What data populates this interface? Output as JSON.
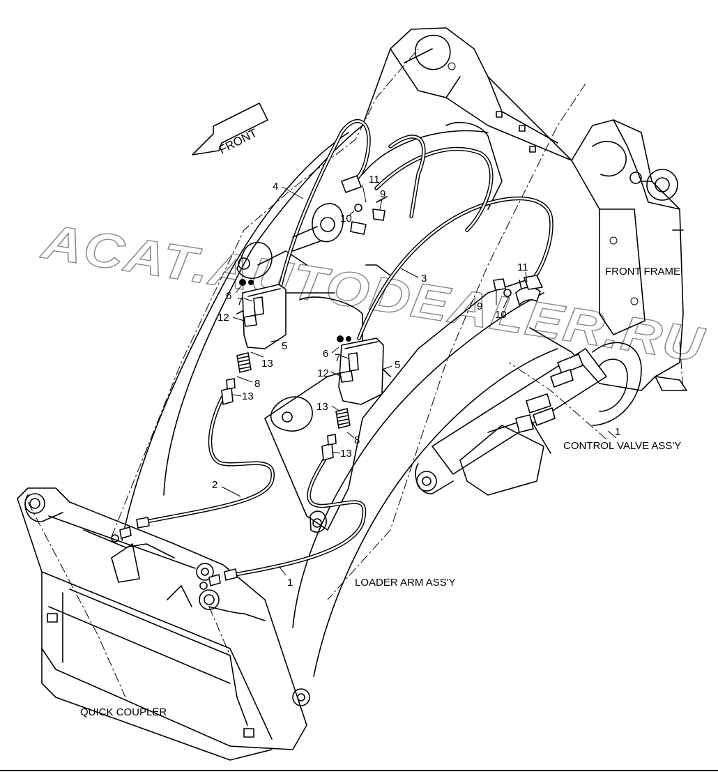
{
  "watermark": "ACAT.AUTODEALER.RU",
  "direction_arrow": {
    "label": "FRONT"
  },
  "assembly_labels": {
    "front_frame": "FRONT FRAME",
    "control_valve": "CONTROL VALVE ASS'Y",
    "loader_arm": "LOADER ARM ASS'Y",
    "quick_coupler": "QUICK COUPLER"
  },
  "callouts": {
    "left_hose_1": "1",
    "left_hose_2": "2",
    "hose_3": "3",
    "hose_4": "4",
    "upper_9": "9",
    "upper_10": "10",
    "upper_11": "11",
    "right_9": "9",
    "right_10": "10",
    "right_11": "11",
    "left_6": "6",
    "left_7": "7",
    "left_12": "12",
    "left_5": "5",
    "left_13a": "13",
    "left_8": "8",
    "left_13b": "13",
    "mid_6": "6",
    "mid_7": "7",
    "mid_12": "12",
    "mid_5": "5",
    "mid_13a": "13",
    "mid_8": "8",
    "mid_13b": "13",
    "valve_1": "1"
  }
}
